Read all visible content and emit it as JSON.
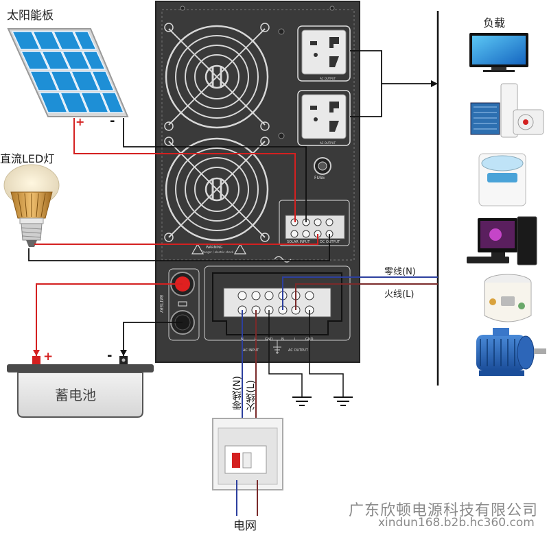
{
  "labels": {
    "solar_panel": "太阳能板",
    "dc_led_lamp": "直流LED灯",
    "battery": "蓄电池",
    "load": "负载",
    "neutral_line": "零线(N)",
    "live_line": "火线(L)",
    "grid": "电网",
    "neutral_vertical": "零线(N)",
    "live_vertical": "火线(L)"
  },
  "terminal_marks": {
    "solar_plus": "+",
    "solar_minus": "-",
    "battery_plus": "+",
    "battery_minus": "-"
  },
  "panel_text": {
    "fuse": "FUSE",
    "warning": "WARNING",
    "warning_sub": "Danger / electric shock",
    "solar_input": "SOLAR INPUT",
    "dc_output": "DC OUTPUT",
    "battery": "BATTERY",
    "ac_input": "AC INPUT",
    "ac_output": "AC OUTPUT",
    "ac_output_socket_1": "AC OUTPUT",
    "ac_output_socket_2": "AC OUTPUT",
    "terminal_n1": "N",
    "terminal_l1": "L",
    "terminal_gnd1": "GND",
    "terminal_n2": "N",
    "terminal_l2": "L",
    "terminal_gnd2": "GND"
  },
  "watermark": {
    "company": "广东欣顿电源科技有限公司",
    "url": "xindun168.b2b.hc360.com"
  },
  "colors": {
    "cabinet": "#3a3a3a",
    "red_wire": "#d42020",
    "blue_wire": "#2c3f9e",
    "brown_wire": "#7a2a2a",
    "black_wire": "#111111",
    "solar_blue": "#1e8fd6"
  }
}
